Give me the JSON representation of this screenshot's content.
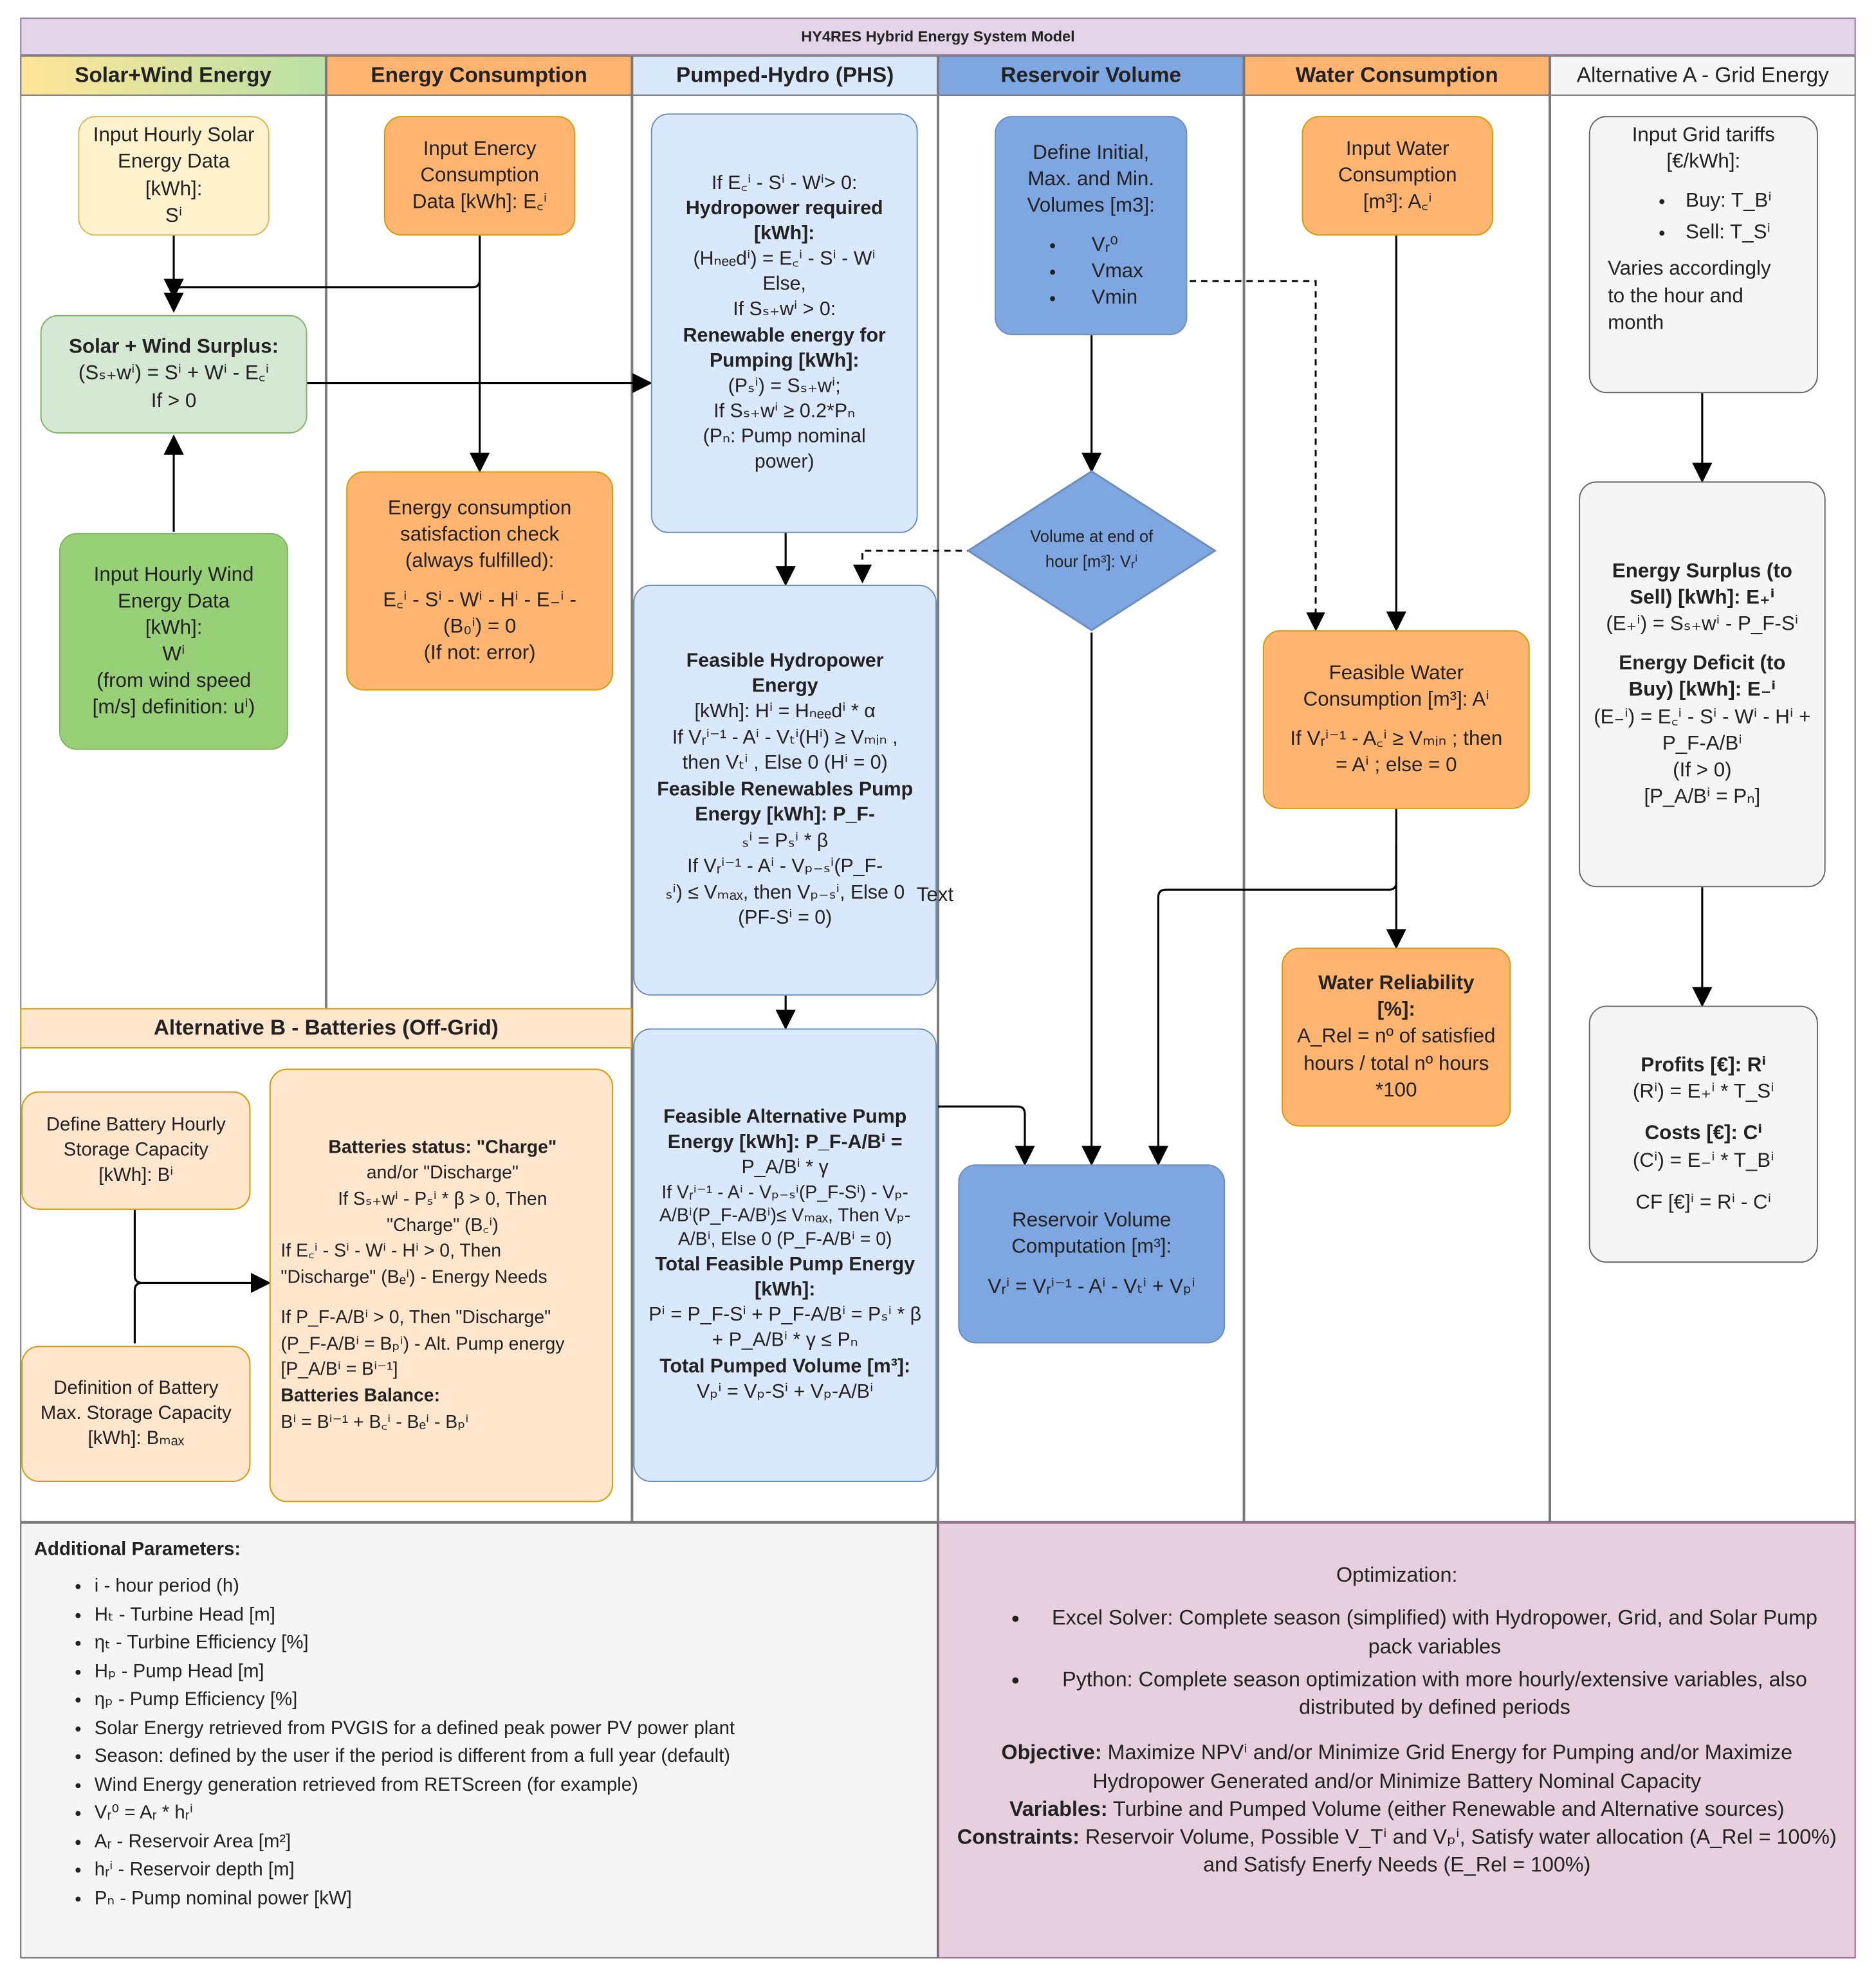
{
  "title": "HY4RES Hybrid Energy System Model",
  "lanes": [
    {
      "label": "Solar+Wind Energy",
      "color": "#b9e0a5"
    },
    {
      "label": "Energy Consumption",
      "color": "#ffb570"
    },
    {
      "label": "Pumped-Hydro (PHS)",
      "color": "#dae8fc"
    },
    {
      "label": "Reservoir Volume",
      "color": "#7ea6e0"
    },
    {
      "label": "Water Consumption",
      "color": "#ffb570"
    },
    {
      "label": "Alternative A - Grid Energy",
      "color": "#f5f5f5"
    }
  ],
  "lane_b_label": "Alternative B - Batteries (Off-Grid)",
  "boxes": {
    "solar_input": [
      "Input Hourly Solar",
      "Energy Data [kWh]:",
      "Sⁱ"
    ],
    "energy_input": [
      "Input Enercy",
      "Consumption",
      "Data [kWh]: E꜀ⁱ"
    ],
    "surplus": [
      "Solar + Wind Surplus:",
      "(Sₛ₊wⁱ) = Sⁱ + Wⁱ - E꜀ⁱ",
      "If > 0"
    ],
    "wind_input": [
      "Input Hourly Wind",
      "Energy Data",
      "[kWh]:",
      "Wⁱ",
      "(from wind speed",
      "[m/s] definition: uⁱ)"
    ],
    "consumption_check": [
      "Energy consumption",
      "satisfaction check",
      "(always fulfilled):",
      "",
      "E꜀ⁱ - Sⁱ - Wⁱ - Hⁱ - E₋ⁱ -",
      "(B₀ⁱ) = 0",
      "(If not: error)"
    ],
    "phs_top": [
      "If E꜀ⁱ - Sⁱ - Wⁱ> 0:",
      "Hydropower required",
      "[kWh]:",
      "(Hₙₑₑdⁱ) = E꜀ⁱ - Sⁱ - Wⁱ",
      "Else,",
      "If Sₛ₊wⁱ > 0:",
      "Renewable energy for",
      "Pumping [kWh]:",
      "(Pₛⁱ) = Sₛ₊wⁱ;",
      "If Sₛ₊wⁱ ≥ 0.2*Pₙ",
      "(Pₙ: Pump nominal",
      "power)"
    ],
    "phs_mid": [
      "Feasible Hydropower",
      "Energy",
      "[kWh]: Hⁱ = Hₙₑₑdⁱ * α",
      "If Vᵣⁱ⁻¹ - Aⁱ - Vₜⁱ(Hⁱ) ≥ Vₘᵢₙ ,",
      "then Vₜⁱ , Else 0 (Hⁱ = 0)",
      "Feasible Renewables Pump",
      "Energy [kWh]: P_F-",
      "ₛⁱ = Pₛⁱ * β",
      "If Vᵣⁱ⁻¹ - Aⁱ - Vₚ₋ₛⁱ(P_F-",
      "ₛⁱ) ≤ Vₘₐₓ, then Vₚ₋ₛⁱ, Else 0",
      "(PF-Sⁱ = 0)"
    ],
    "phs_bot": [
      "Feasible Alternative Pump",
      "Energy [kWh]: P_F-A/Bⁱ =",
      "P_A/Bⁱ * γ",
      "If Vᵣⁱ⁻¹ - Aⁱ - Vₚ₋ₛⁱ(P_F-Sⁱ) - Vₚ-",
      "A/Bⁱ(P_F-A/Bⁱ)≤ Vₘₐₓ, Then Vₚ-",
      "A/Bⁱ, Else 0 (P_F-A/Bⁱ = 0)",
      "Total Feasible Pump Energy",
      "[kWh]:",
      "Pⁱ = P_F-Sⁱ + P_F-A/Bⁱ = Pₛⁱ * β",
      "+ P_A/Bⁱ * γ ≤ Pₙ",
      "Total Pumped Volume [m³]:",
      "Vₚⁱ = Vₚ-Sⁱ + Vₚ-A/Bⁱ"
    ],
    "reservoir_def": [
      "Define Initial,",
      "Max. and Min.",
      "Volumes [m3]:"
    ],
    "reservoir_def_items": [
      "Vᵣ⁰",
      "Vmax",
      "Vmin"
    ],
    "diamond": [
      "Volume at end of",
      "hour [m³]: Vᵣⁱ"
    ],
    "reservoir_comp": [
      "Reservoir Volume",
      "Computation [m³]:",
      "",
      "Vᵣⁱ = Vᵣⁱ⁻¹ - Aⁱ - Vₜⁱ + Vₚⁱ"
    ],
    "water_input": [
      "Input Water",
      "Consumption",
      "[m³]: A꜀ⁱ"
    ],
    "water_feasible": [
      "Feasible Water",
      "Consumption [m³]: Aⁱ",
      "",
      "If Vᵣⁱ⁻¹ - A꜀ⁱ ≥ Vₘᵢₙ ; then",
      "= Aⁱ ; else = 0"
    ],
    "water_rel": [
      "Water Reliability",
      "[%]:",
      "A_Rel = nº of satisfied",
      "hours / total nº hours",
      "*100"
    ],
    "grid_tariffs": [
      "Input Grid tariffs",
      "[€/kWh]:"
    ],
    "grid_tariff_items": [
      "Buy: T_Bⁱ",
      "Sell: T_Sⁱ"
    ],
    "grid_tariff_note": [
      "Varies accordingly",
      "to the hour and",
      "month"
    ],
    "grid_surplus": [
      "Energy Surplus (to",
      "Sell) [kWh]: E₊ⁱ",
      "(E₊ⁱ) = Sₛ₊wⁱ - P_F-Sⁱ",
      "",
      "Energy Deficit (to",
      "Buy) [kWh]: E₋ⁱ",
      "(E₋ⁱ) = E꜀ⁱ - Sⁱ - Wⁱ - Hⁱ +",
      "P_F-A/Bⁱ",
      "(If > 0)",
      "[P_A/Bⁱ = Pₙ]"
    ],
    "grid_profits": [
      "Profits [€]: Rⁱ",
      "(Rⁱ) = E₊ⁱ * T_Sⁱ",
      "",
      "Costs [€]: Cⁱ",
      "(Cⁱ) = E₋ⁱ * T_Bⁱ",
      "",
      "CF [€]ⁱ = Rⁱ - Cⁱ"
    ],
    "battery_hourly": [
      "Define Battery Hourly",
      "Storage Capacity",
      "[kWh]: Bⁱ"
    ],
    "battery_max": [
      "Definition of Battery",
      "Max. Storage Capacity",
      "[kWh]: Bₘₐₓ"
    ],
    "battery_status": [
      "Batteries status: \"Charge\"",
      "and/or \"Discharge\"",
      "If Sₛ₊wⁱ - Pₛⁱ * β > 0, Then",
      "\"Charge\" (B꜀ⁱ)",
      "If E꜀ⁱ - Sⁱ - Wⁱ - Hⁱ > 0, Then",
      "\"Discharge\" (Bₑⁱ) - Energy Needs",
      "",
      "If P_F-A/Bⁱ > 0, Then \"Discharge\"",
      "(P_F-A/Bⁱ = Bₚⁱ) - Alt. Pump energy",
      "[P_A/Bⁱ = Bⁱ⁻¹]",
      "Batteries Balance:",
      "Bⁱ = Bⁱ⁻¹ + B꜀ⁱ - Bₑⁱ - Bₚⁱ"
    ]
  },
  "stray_text": "Text",
  "additional": {
    "heading": "Additional Parameters:",
    "items": [
      "i - hour period (h)",
      "Hₜ - Turbine Head [m]",
      "ηₜ - Turbine Efficiency [%]",
      "Hₚ - Pump Head [m]",
      "ηₚ - Pump Efficiency [%]",
      "Solar Energy retrieved from PVGIS for a defined peak power PV power plant",
      "Season: defined by the user if the period is different from a full year (default)",
      "Wind Energy generation retrieved from RETScreen (for example)",
      "Vᵣ⁰ = Aᵣ * hᵣⁱ",
      "Aᵣ - Reservoir Area [m²]",
      "hᵣⁱ - Reservoir depth [m]",
      "Pₙ - Pump nominal power [kW]"
    ]
  },
  "optimization": {
    "heading": "Optimization:",
    "items": [
      "Excel Solver: Complete season (simplified) with Hydropower, Grid, and Solar Pump pack variables",
      "Python: Complete season optimization with more hourly/extensive variables, also distributed by defined periods"
    ],
    "objective_label": "Objective:",
    "objective": "Maximize NPVⁱ and/or Minimize Grid Energy for Pumping and/or Maximize Hydropower Generated and/or Minimize Battery Nominal Capacity",
    "variables_label": "Variables:",
    "variables": "Turbine and Pumped Volume (either Renewable and Alternative sources)",
    "constraints_label": "Constraints:",
    "constraints": "Reservoir Volume, Possible V_Tⁱ and Vₚⁱ, Satisfy water allocation (A_Rel = 100%) and Satisfy Enerfy Needs (E_Rel = 100%)"
  }
}
